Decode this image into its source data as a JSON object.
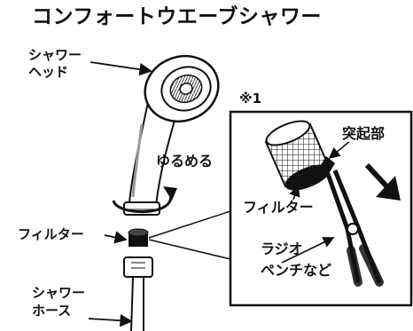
{
  "title": "コンフォートウエーブシャワー",
  "labels": {
    "shower_head_line1": "シャワー",
    "shower_head_line2": "ヘッド",
    "loosen": "ゆるめる",
    "filter_left": "フィルター",
    "shower_hose_line1": "シャワー",
    "shower_hose_line2": "ホース",
    "note_mark": "※1",
    "protrusion": "突起部",
    "filter_inset": "フィルター",
    "pliers_line1": "ラジオ",
    "pliers_line2": "ペンチなど"
  },
  "colors": {
    "ink": "#111111",
    "paper": "#ffffff",
    "shade": "#9a9a9a"
  }
}
